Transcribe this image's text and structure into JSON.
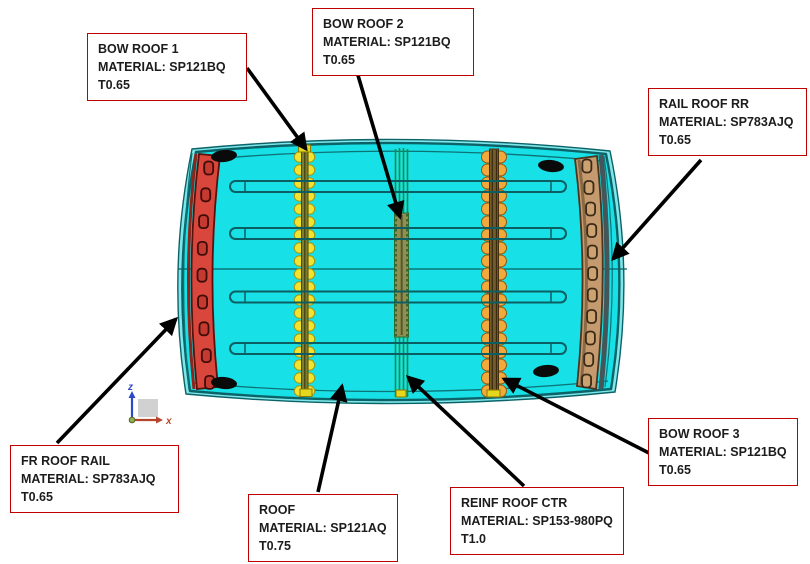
{
  "figure": {
    "description": "Annotated CAD top view of a vehicle roof assembly with material callouts"
  },
  "callouts": [
    {
      "part": "BOW ROOF 1",
      "material": "MATERIAL: SP121BQ",
      "thickness": "T0.65"
    },
    {
      "part": "BOW ROOF 2",
      "material": "MATERIAL: SP121BQ",
      "thickness": "T0.65"
    },
    {
      "part": "RAIL ROOF RR",
      "material": "MATERIAL: SP783AJQ",
      "thickness": "T0.65"
    },
    {
      "part": "FR ROOF RAIL",
      "material": "MATERIAL: SP783AJQ",
      "thickness": "T0.65"
    },
    {
      "part": "ROOF",
      "material": "MATERIAL: SP121AQ",
      "thickness": "T0.75"
    },
    {
      "part": "REINF ROOF CTR",
      "material": "MATERIAL: SP153-980PQ",
      "thickness": "T1.0"
    },
    {
      "part": "BOW ROOF 3",
      "material": "MATERIAL: SP121BQ",
      "thickness": "T0.65"
    }
  ],
  "triad": {
    "x_label": "x",
    "z_label": "z"
  },
  "colors": {
    "callout_border": "#C00000",
    "roof": "#17E0E6",
    "roof_lip": "#7FE7EA",
    "roof_edge": "#0B6368",
    "rail_fr": "#D8463C",
    "rail_rr": "#C59A6E",
    "bow_yellow": "#F2E32E",
    "bow_orange": "#F0A93A",
    "reinf_olive": "#8F8F52",
    "bow2_green": "#0D8F3D",
    "arrow": "#000000",
    "axis_x": "#B5452A",
    "axis_z": "#2B49C8"
  }
}
